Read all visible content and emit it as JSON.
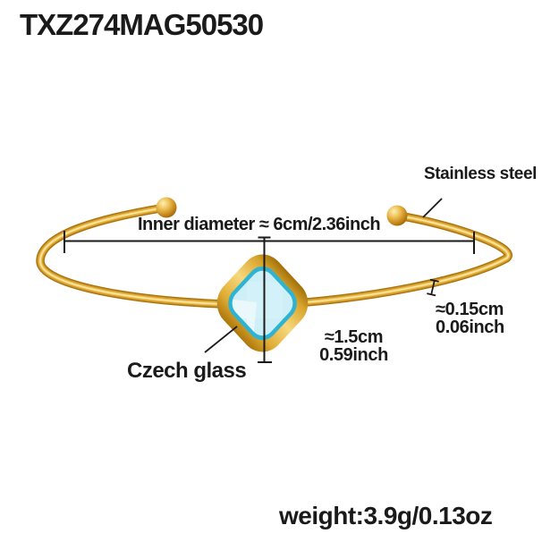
{
  "product_code": "TXZ274MAG50530",
  "labels": {
    "material": "Stainless steel",
    "inner_diameter": "Inner diameter ≈ 6cm/2.36inch",
    "stone": "Czech glass",
    "stone_size_cm": "≈1.5cm",
    "stone_size_inch": "0.59inch",
    "thickness_cm": "≈0.15cm",
    "thickness_inch": "0.06inch",
    "weight": "weight:3.9g/0.13oz"
  },
  "colors": {
    "background": "#ffffff",
    "text": "#1a1a1a",
    "gold_dark": "#a9720d",
    "gold_mid": "#d09b2a",
    "gold_light": "#edc256",
    "gold_core": "#ffe9a8",
    "glass_rim": "#2fb3d2",
    "glass_main": "#84d7ea",
    "glass_cross": "#d3f0f8"
  }
}
